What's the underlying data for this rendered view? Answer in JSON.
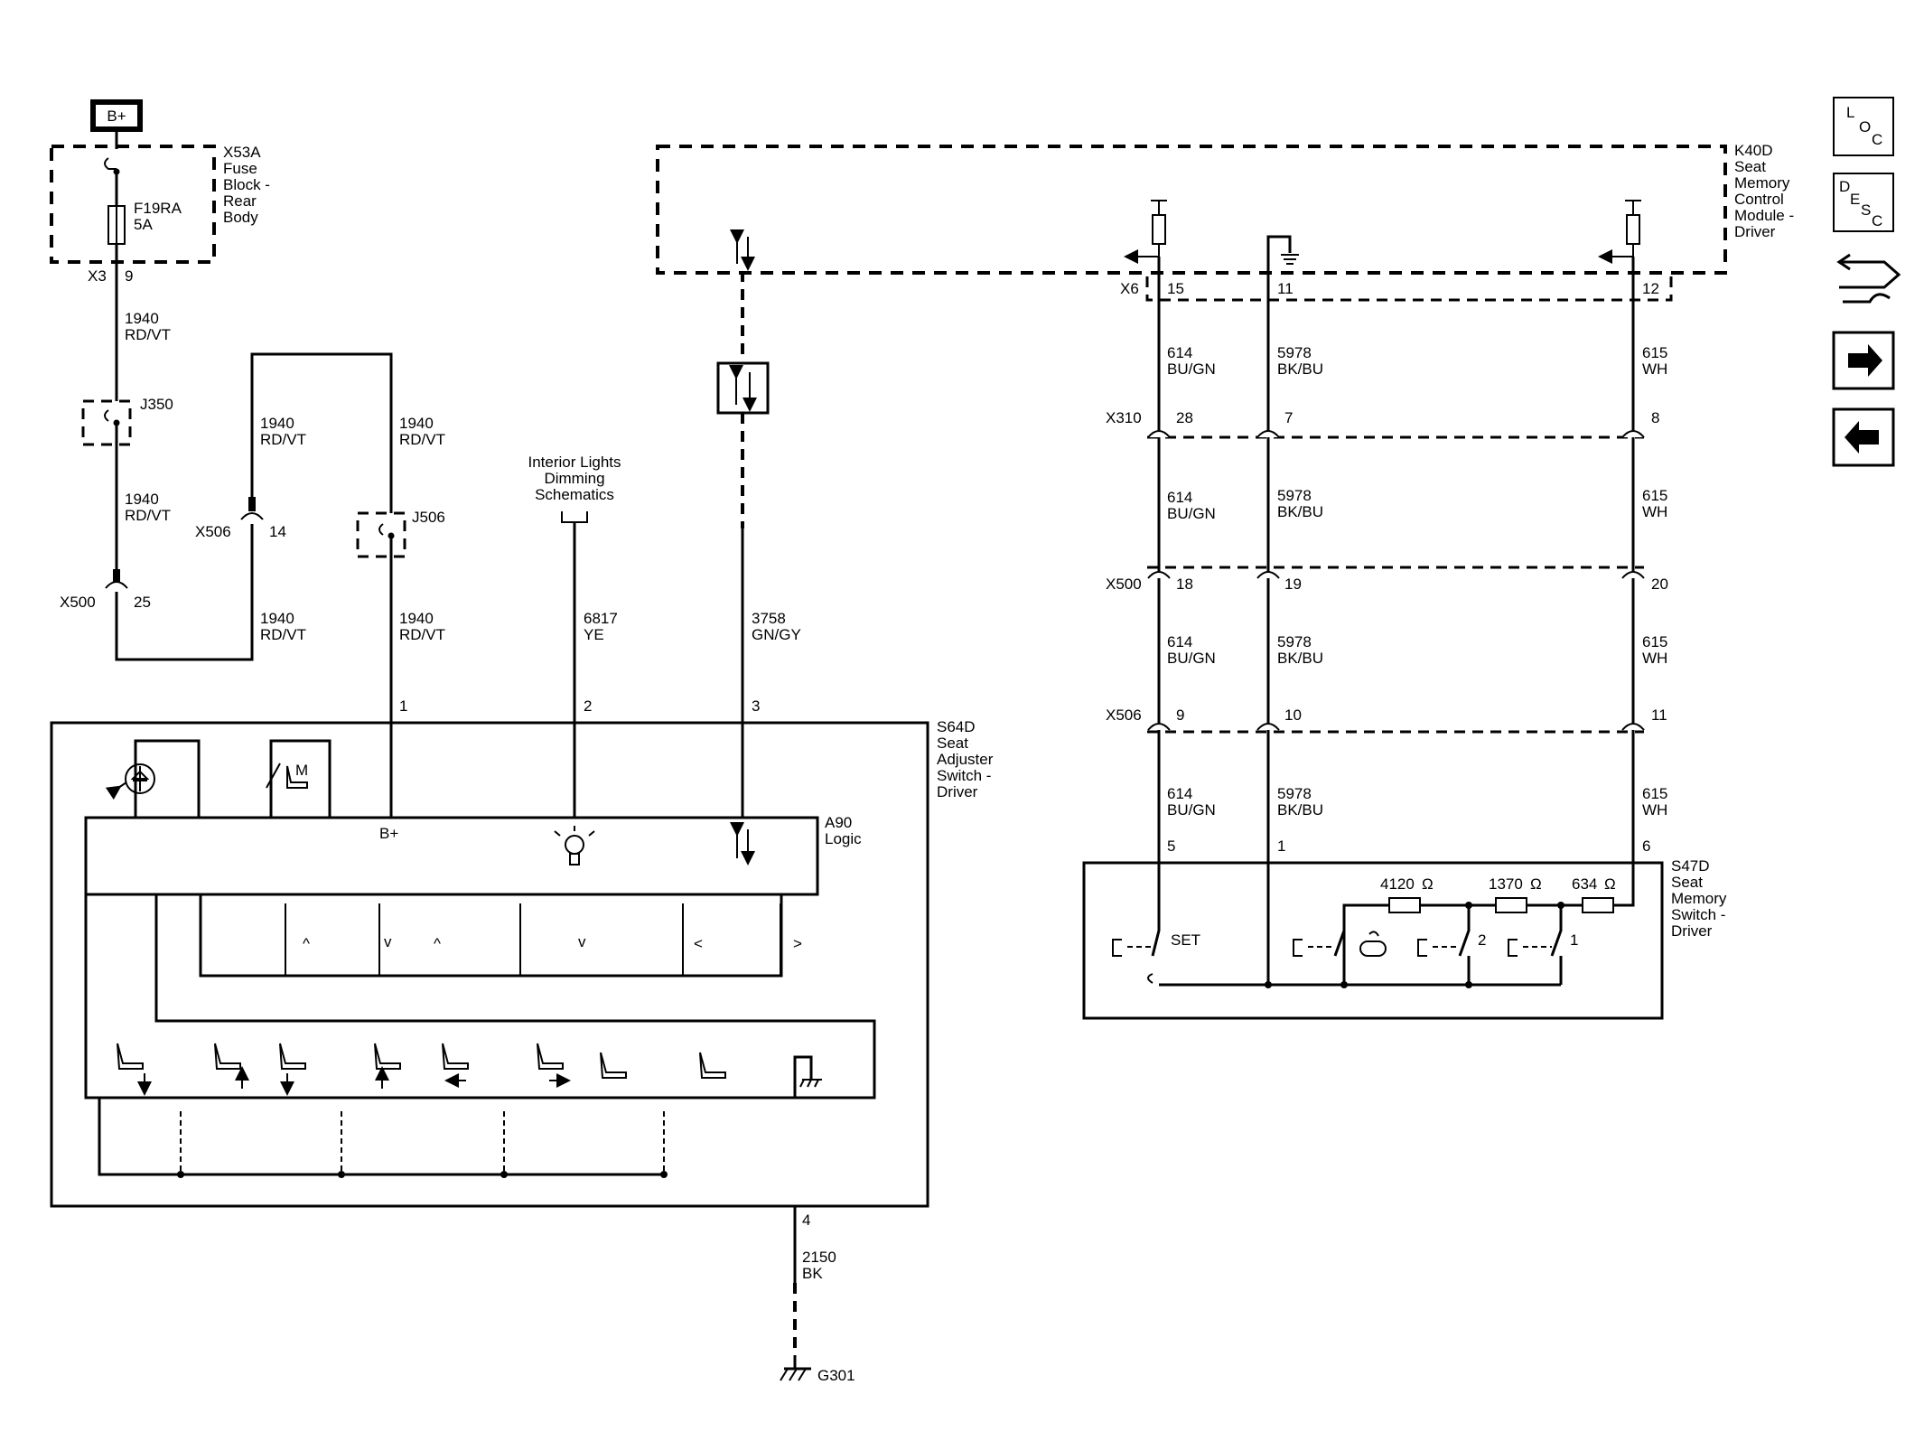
{
  "power": {
    "label": "B+"
  },
  "fuse_block": {
    "name": "X53A",
    "desc": [
      "Fuse",
      "Block -",
      "Rear",
      "Body"
    ],
    "fuse": "F19RA",
    "rating": "5A",
    "connector": "X3",
    "pin": "9"
  },
  "wires_left": {
    "w1940": "1940",
    "rdvt": "RD/VT",
    "j350": "J350",
    "j506": "J506",
    "x506": "X506",
    "x506_pin": "14",
    "x500": "X500",
    "x500_pin": "25"
  },
  "interior_lights": {
    "lines": [
      "Interior Lights",
      "Dimming",
      "Schematics"
    ],
    "wire": "6817",
    "color": "YE"
  },
  "data_wire": {
    "wire": "3758",
    "color": "GN/GY"
  },
  "module": {
    "name": "K40D",
    "desc": [
      "Seat",
      "Memory",
      "Control",
      "Module -",
      "Driver"
    ]
  },
  "right_pins": {
    "x6": "X6",
    "p15": "15",
    "p11": "11",
    "p12": "12",
    "x310": "X310",
    "p28": "28",
    "p7": "7",
    "p8": "8",
    "x500": "X500",
    "p18": "18",
    "p19": "19",
    "p20": "20",
    "x506": "X506",
    "p9": "9",
    "p10": "10",
    "p11b": "11",
    "p5": "5",
    "p1": "1",
    "p6": "6"
  },
  "right_wires": {
    "w614": "614",
    "c614": "BU/GN",
    "w5978": "5978",
    "c5978": "BK/BU",
    "w615": "615",
    "c615": "WH"
  },
  "switch_adjuster": {
    "name": "S64D",
    "desc": [
      "Seat",
      "Adjuster",
      "Switch -",
      "Driver"
    ],
    "pin1": "1",
    "pin2": "2",
    "pin3": "3",
    "pin4": "4",
    "bplus": "B+"
  },
  "logic": {
    "name": "A90",
    "desc": "Logic"
  },
  "ground": {
    "wire": "2150",
    "color": "BK",
    "name": "G301"
  },
  "memory_switch": {
    "name": "S47D",
    "desc": [
      "Seat",
      "Memory",
      "Switch -",
      "Driver"
    ],
    "set": "SET",
    "r1": "4120",
    "r2": "1370",
    "r3": "634",
    "ohm": "Ω",
    "b2": "2",
    "b1": "1"
  },
  "nav": {
    "loc": [
      "L",
      "O",
      "C"
    ],
    "desc": [
      "D",
      "E",
      "S",
      "C"
    ]
  }
}
